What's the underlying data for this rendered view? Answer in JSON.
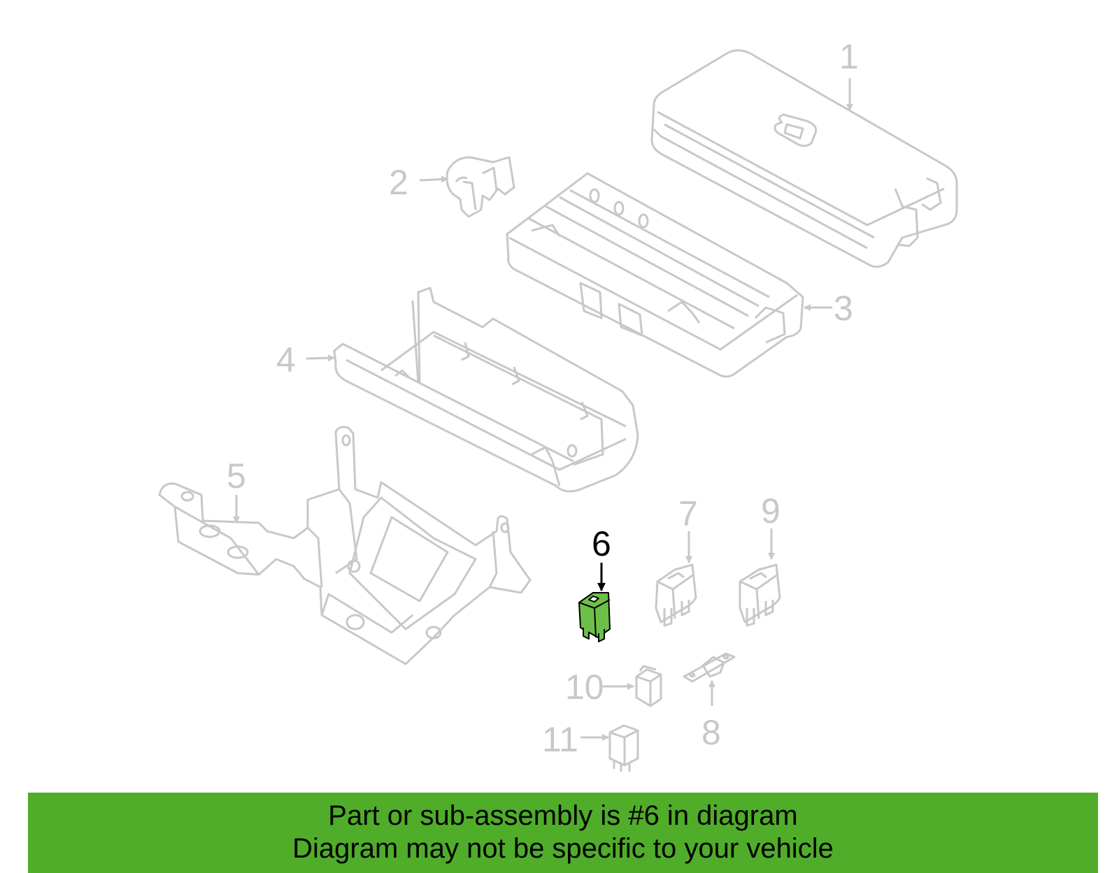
{
  "colors": {
    "part_stroke": "#c8c8c8",
    "callout_gray": "#c8c8c8",
    "highlight_fill": "#6cc04a",
    "highlight_stroke": "#000000",
    "banner_bg": "#4fad2a",
    "banner_text": "#000000"
  },
  "callouts": {
    "c1": "1",
    "c2": "2",
    "c3": "3",
    "c4": "4",
    "c5": "5",
    "c6": "6",
    "c7": "7",
    "c8": "8",
    "c9": "9",
    "c10": "10",
    "c11": "11"
  },
  "highlighted_part": "6",
  "banner": {
    "line1": "Part or sub-assembly is #6 in diagram",
    "line2": "Diagram may not be specific to your vehicle"
  }
}
